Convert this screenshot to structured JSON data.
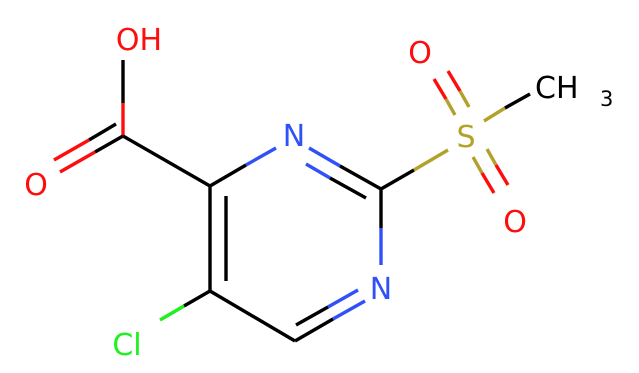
{
  "structure": {
    "colors": {
      "bond": "#000000",
      "oxygen": "#ff0d0d",
      "nitrogen": "#3050f8",
      "sulfur": "#b2a22b",
      "chlorine": "#1ff01f",
      "carbon": "#000000"
    },
    "labels": {
      "hydroxyl": "OH",
      "carbonyl_oxygen": "O",
      "ring_n_top": "N",
      "ring_n_bottom": "N",
      "sulfur": "S",
      "sulfonyl_o_top": "O",
      "sulfonyl_o_bottom": "O",
      "methyl_c": "CH",
      "methyl_subscript": "3",
      "chlorine": "Cl"
    }
  }
}
